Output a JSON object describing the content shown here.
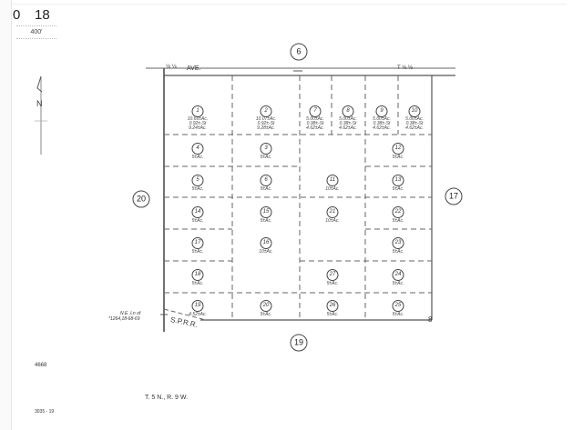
{
  "header": {
    "left_num": "0",
    "right_num": "18",
    "scale": "400'"
  },
  "sections": {
    "north": "6",
    "south": "19",
    "west": "20",
    "east": "17"
  },
  "road": {
    "name_left": "AVE.",
    "prefix": "⅛ ⅛",
    "right": "T ⅛ ⅛"
  },
  "north_arrow": "N",
  "railroad": "S.P.R.R.",
  "ne_note_1": "N.E. Ln of",
  "ne_note_2": "*1264,18-68-69",
  "corner_mark": "8",
  "footer": {
    "page_left": "4668",
    "ref": "3035 - 19",
    "township": "T. 5 N., R. 9 W."
  },
  "parcels": [
    {
      "id": "1",
      "area": "10.65±Ac.",
      "l2": "0.92±-St",
      "l3": "9.24±Ac."
    },
    {
      "id": "2",
      "area": "10.07±Ac.",
      "l2": "0.92±-St",
      "l3": "9.28±Ac."
    },
    {
      "id": "7",
      "area": "5.00±Ac.",
      "l2": "0.38±-St",
      "l3": "4.62±Ac."
    },
    {
      "id": "8",
      "area": "5.00±Ac.",
      "l2": "0.38±-St",
      "l3": "4.62±Ac."
    },
    {
      "id": "9",
      "area": "5.00±Ac.",
      "l2": "0.38±-St",
      "l3": "4.62±Ac."
    },
    {
      "id": "10",
      "area": "5.00±Ac.",
      "l2": "0.38±-St",
      "l3": "4.62±Ac."
    },
    {
      "id": "4",
      "area": "5±Ac."
    },
    {
      "id": "3",
      "area": "5±Ac."
    },
    {
      "id": "12",
      "area": "5±Ac."
    },
    {
      "id": "5",
      "area": "5±Ac."
    },
    {
      "id": "6",
      "area": "5±Ac."
    },
    {
      "id": "11",
      "area": "10±Ac."
    },
    {
      "id": "13",
      "area": "5±Ac."
    },
    {
      "id": "14",
      "area": "5±Ac."
    },
    {
      "id": "15",
      "area": "5±Ac."
    },
    {
      "id": "21",
      "area": "10±Ac."
    },
    {
      "id": "22",
      "area": "5±Ac."
    },
    {
      "id": "17",
      "area": "5±Ac."
    },
    {
      "id": "16",
      "area": "10±Ac."
    },
    {
      "id": "23",
      "area": "5±Ac."
    },
    {
      "id": "18",
      "area": "5±Ac."
    },
    {
      "id": "27",
      "area": "5±Ac."
    },
    {
      "id": "24",
      "area": "5±Ac."
    },
    {
      "id": "19",
      "area": "4.52±Ac."
    },
    {
      "id": "20",
      "area": "5±Ac."
    },
    {
      "id": "26",
      "area": "5±Ac."
    },
    {
      "id": "25",
      "area": "5±Ac."
    }
  ]
}
